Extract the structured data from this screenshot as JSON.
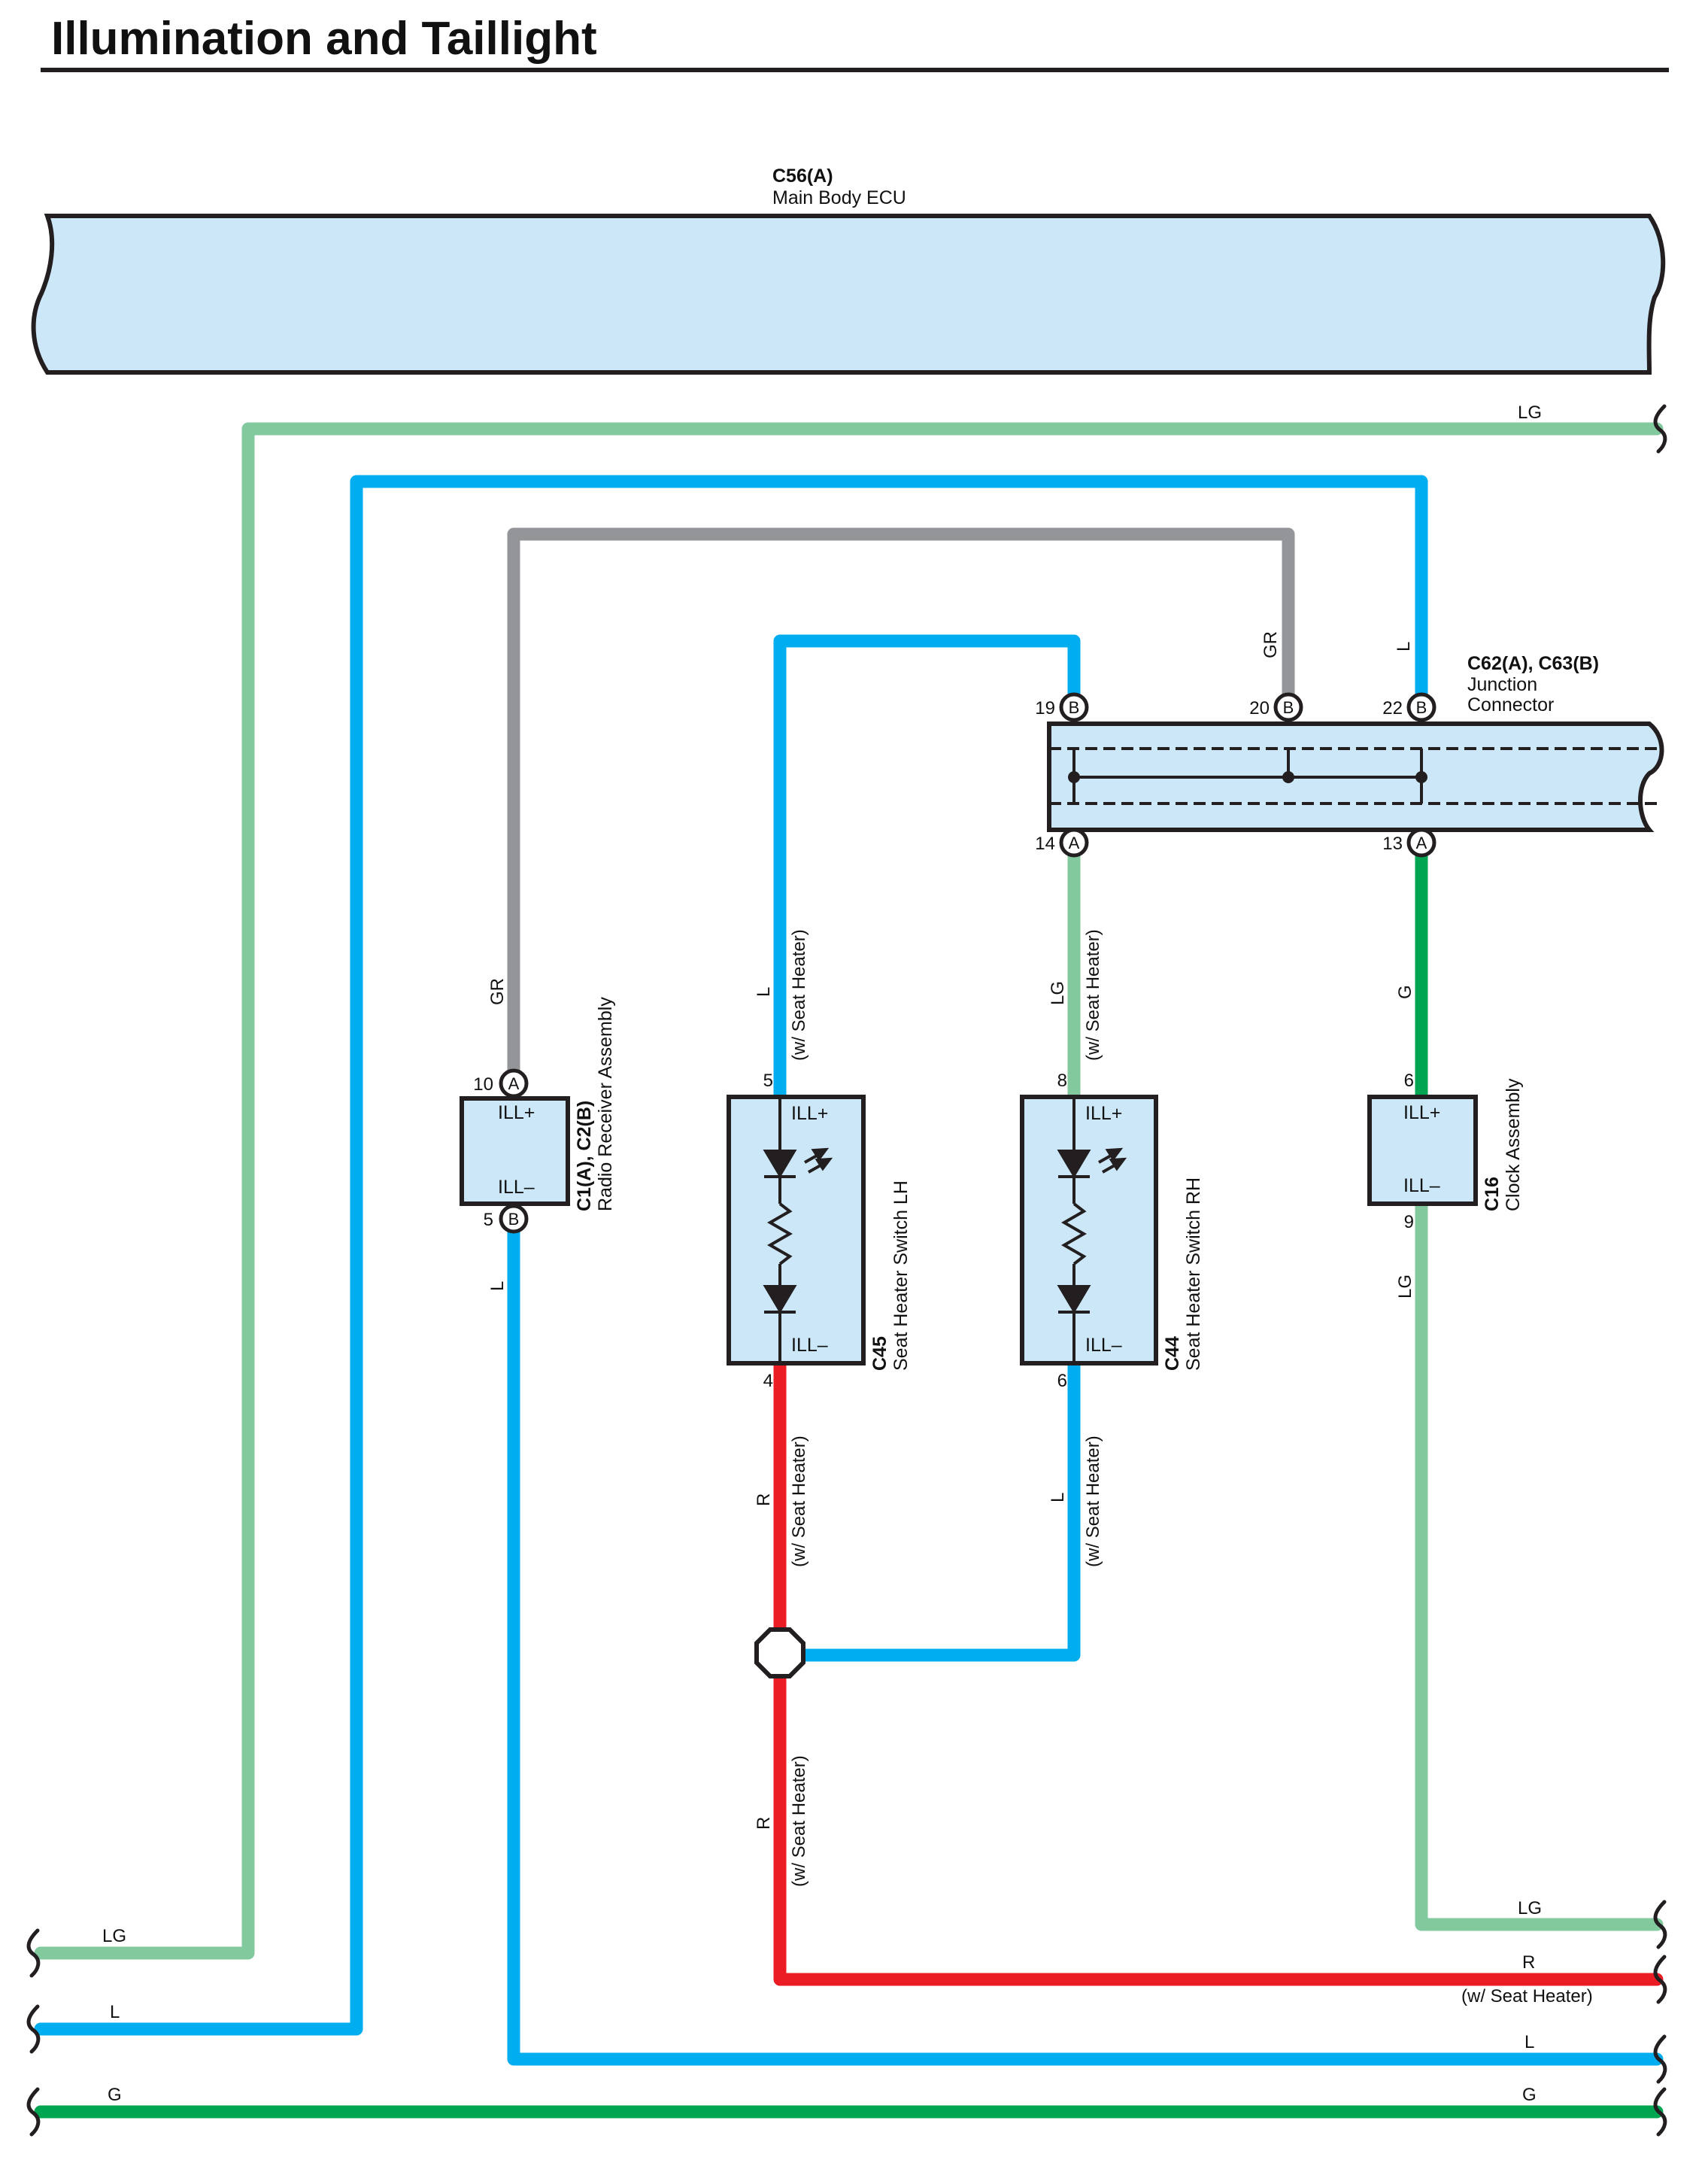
{
  "title": "Illumination and Taillight",
  "colors": {
    "LG": "#82c99d",
    "L": "#00adee",
    "GR": "#939598",
    "G": "#00a551",
    "R": "#ec1c24",
    "component_fill": "#cce8f8",
    "outline": "#231f20"
  },
  "components": {
    "ecu": {
      "id": "C56(A)",
      "name": "Main Body ECU"
    },
    "junction": {
      "id": "C62(A), C63(B)",
      "name_line1": "Junction",
      "name_line2": "Connector",
      "pins": [
        {
          "num": "19",
          "letter": "B"
        },
        {
          "num": "20",
          "letter": "B"
        },
        {
          "num": "22",
          "letter": "B"
        },
        {
          "num": "14",
          "letter": "A"
        },
        {
          "num": "13",
          "letter": "A"
        }
      ]
    },
    "radio": {
      "id": "C1(A), C2(B)",
      "name": "Radio Receiver Assembly",
      "pin_top": {
        "num": "10",
        "letter": "A"
      },
      "pin_bottom": {
        "num": "5",
        "letter": "B"
      },
      "term_top": "ILL+",
      "term_bottom": "ILL–"
    },
    "seat_lh": {
      "id": "C45",
      "name": "Seat Heater Switch LH",
      "pin_top": "5",
      "pin_bottom": "4",
      "term_top": "ILL+",
      "term_bottom": "ILL–"
    },
    "seat_rh": {
      "id": "C44",
      "name": "Seat Heater Switch RH",
      "pin_top": "8",
      "pin_bottom": "6",
      "term_top": "ILL+",
      "term_bottom": "ILL–"
    },
    "clock": {
      "id": "C16",
      "name": "Clock Assembly",
      "pin_top": "6",
      "pin_bottom": "9",
      "term_top": "ILL+",
      "term_bottom": "ILL–"
    }
  },
  "wire_labels": {
    "lg_top": "LG",
    "gr_junction": "GR",
    "l_junction": "L",
    "gr_radio": "GR",
    "l_radio": "L",
    "l_lh": "L",
    "lh_top_note": "(w/ Seat Heater)",
    "lg_rh": "LG",
    "rh_top_note": "(w/ Seat Heater)",
    "g_clock": "G",
    "lg_clock": "LG",
    "r_lh": "R",
    "lh_bottom_note": "(w/ Seat Heater)",
    "l_rh": "L",
    "rh_bottom_note": "(w/ Seat Heater)",
    "r_lower": "R",
    "lower_note": "(w/ Seat Heater)",
    "lg_right_bottom": "LG",
    "r_right": "R",
    "r_right_note": "(w/ Seat Heater)",
    "l_right": "L",
    "g_right": "G",
    "lg_left": "LG",
    "l_left": "L",
    "g_left": "G"
  }
}
